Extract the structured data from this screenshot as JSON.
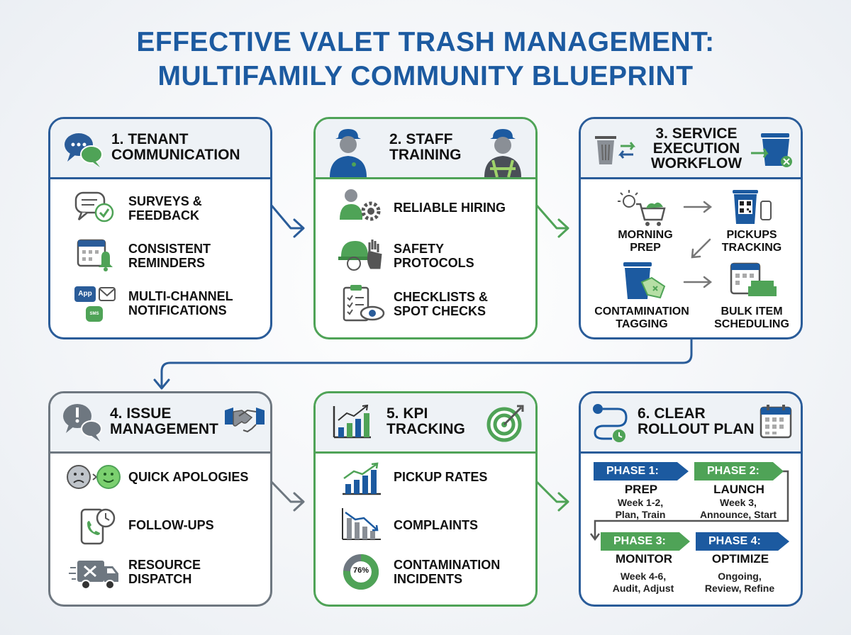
{
  "title": {
    "line1": "EFFECTIVE VALET TRASH MANAGEMENT:",
    "line2": "MULTIFAMILY COMMUNITY BLUEPRINT"
  },
  "cards": {
    "tenant": {
      "title1": "1. TENANT",
      "title2": "COMMUNICATION",
      "items": [
        {
          "l1": "SURVEYS &",
          "l2": "FEEDBACK",
          "icon": "survey-chat-icon"
        },
        {
          "l1": "CONSISTENT",
          "l2": "REMINDERS",
          "icon": "calendar-bell-icon"
        },
        {
          "l1": "MULTI-CHANNEL",
          "l2": "NOTIFICATIONS",
          "icon": "app-mail-sms-icon"
        }
      ],
      "app_text": "App",
      "sms_text": "SMS"
    },
    "staff": {
      "title1": "2. STAFF",
      "title2": "TRAINING",
      "items": [
        {
          "l1": "RELIABLE HIRING",
          "l2": "",
          "icon": "person-gear-icon"
        },
        {
          "l1": "SAFETY",
          "l2": "PROTOCOLS",
          "icon": "hardhat-glove-icon"
        },
        {
          "l1": "CHECKLISTS &",
          "l2": "SPOT CHECKS",
          "icon": "clipboard-eye-icon"
        }
      ]
    },
    "service": {
      "title1": "3. SERVICE",
      "title2": "EXECUTION",
      "title3": "WORKFLOW",
      "steps": [
        {
          "l1": "MORNING",
          "l2": "PREP"
        },
        {
          "l1": "PICKUPS",
          "l2": "TRACKING"
        },
        {
          "l1": "CONTAMINATION",
          "l2": "TAGGING"
        },
        {
          "l1": "BULK ITEM",
          "l2": "SCHEDULING"
        }
      ]
    },
    "issue": {
      "title1": "4. ISSUE",
      "title2": "MANAGEMENT",
      "items": [
        {
          "l1": "QUICK APOLOGIES",
          "l2": "",
          "icon": "sad-happy-face-icon"
        },
        {
          "l1": "FOLLOW-UPS",
          "l2": "",
          "icon": "phone-clock-icon"
        },
        {
          "l1": "RESOURCE",
          "l2": "DISPATCH",
          "icon": "truck-tools-icon"
        }
      ]
    },
    "kpi": {
      "title1": "5. KPI",
      "title2": "TRACKING",
      "items": [
        {
          "l1": "PICKUP RATES",
          "l2": "",
          "icon": "bar-chart-up-icon"
        },
        {
          "l1": "COMPLAINTS",
          "l2": "",
          "icon": "bar-chart-down-icon"
        },
        {
          "l1": "CONTAMINATION",
          "l2": "INCIDENTS",
          "icon": "donut-chart-icon"
        }
      ],
      "donut_text": "76%",
      "donut_value": 76
    },
    "rollout": {
      "title1": "6. CLEAR",
      "title2": "ROLLOUT PLAN",
      "phases": [
        {
          "tag": "PHASE 1:",
          "name": "PREP",
          "d1": "Week 1-2,",
          "d2": "Plan, Train"
        },
        {
          "tag": "PHASE 2:",
          "name": "LAUNCH",
          "d1": "Week 3,",
          "d2": "Announce, Start"
        },
        {
          "tag": "PHASE 3:",
          "name": "MONITOR",
          "d1": "Week 4-6,",
          "d2": "Audit, Adjust"
        },
        {
          "tag": "PHASE 4:",
          "name": "OPTIMIZE",
          "d1": "Ongoing,",
          "d2": "Review, Refine"
        }
      ]
    }
  },
  "colors": {
    "blue": "#2a5c99",
    "green": "#4fa357",
    "gray": "#6e7780",
    "title": "#1c5aa0"
  }
}
